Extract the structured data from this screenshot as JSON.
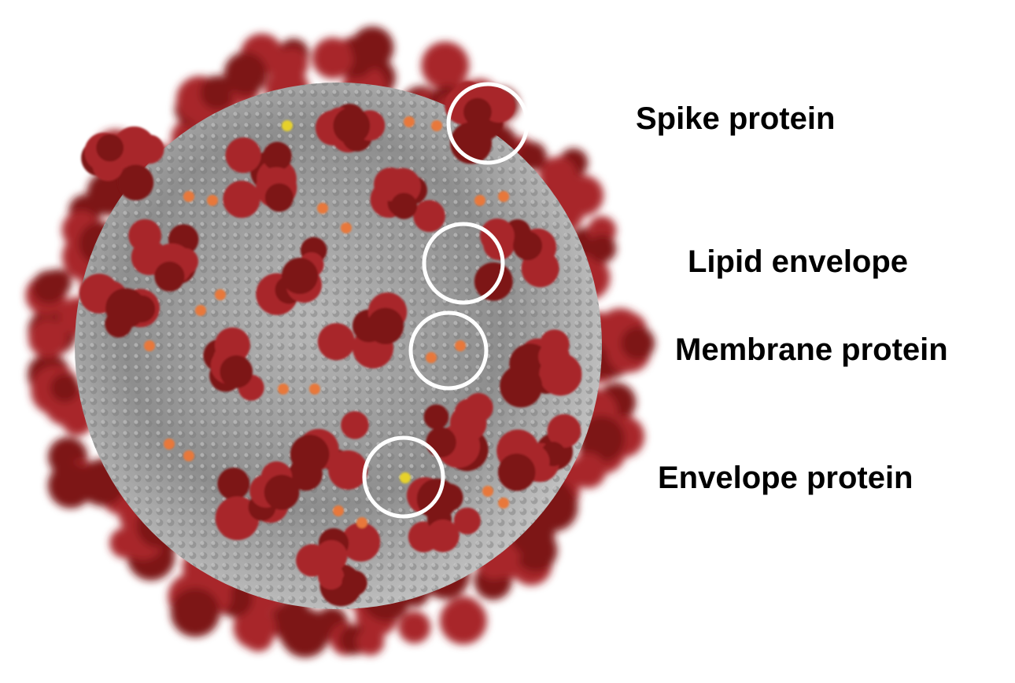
{
  "diagram": {
    "subject": "coronavirus",
    "callouts": [
      {
        "id": "spike",
        "label": "Spike protein"
      },
      {
        "id": "lipid",
        "label": "Lipid envelope"
      },
      {
        "id": "membrane",
        "label": "Membrane protein"
      },
      {
        "id": "envelope",
        "label": "Envelope protein"
      }
    ]
  },
  "colors": {
    "body": "#9a9a9a",
    "spike": "#a8282a",
    "membrane_protein": "#e8783a",
    "envelope_protein": "#e6d12a",
    "callout_ring": "#ffffff",
    "label_text": "#000000"
  }
}
